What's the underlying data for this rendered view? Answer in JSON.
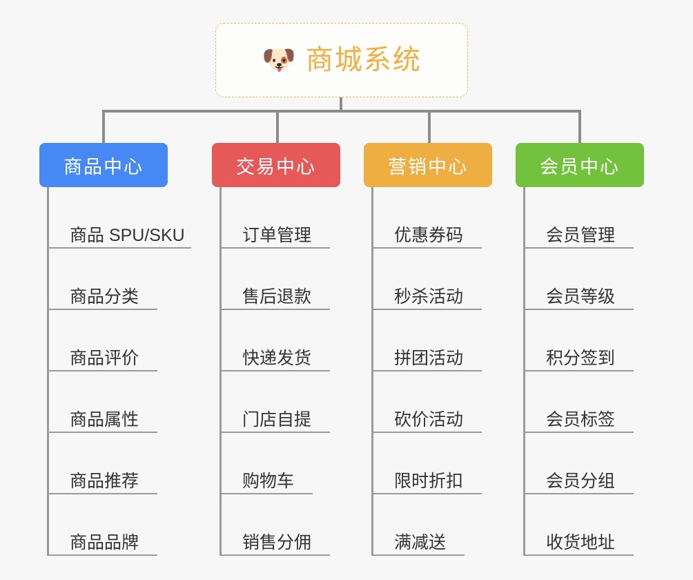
{
  "canvas": {
    "background": "#f7f7f7",
    "line_color": "#8c8c8c"
  },
  "root": {
    "icon": "shiba-dog-face-emoji",
    "emoji": "🐶",
    "title": "商城系统",
    "text_color": "#f0b040",
    "border_color": "#e8b860"
  },
  "columns": [
    {
      "label": "商品中心",
      "color": "#4689f5",
      "items": [
        {
          "label": "商品 SPU/SKU",
          "underline_width": 206
        },
        {
          "label": "商品分类",
          "underline_width": 157
        },
        {
          "label": "商品评价",
          "underline_width": 157
        },
        {
          "label": "商品属性",
          "underline_width": 157
        },
        {
          "label": "商品推荐",
          "underline_width": 157
        },
        {
          "label": "商品品牌",
          "underline_width": 157
        }
      ]
    },
    {
      "label": "交易中心",
      "color": "#e55a59",
      "items": [
        {
          "label": "订单管理",
          "underline_width": 157
        },
        {
          "label": "售后退款",
          "underline_width": 157
        },
        {
          "label": "快递发货",
          "underline_width": 157
        },
        {
          "label": "门店自提",
          "underline_width": 157
        },
        {
          "label": "购物车",
          "underline_width": 132
        },
        {
          "label": "销售分佣",
          "underline_width": 157
        }
      ]
    },
    {
      "label": "营销中心",
      "color": "#eeae41",
      "items": [
        {
          "label": "优惠券码",
          "underline_width": 157
        },
        {
          "label": "秒杀活动",
          "underline_width": 157
        },
        {
          "label": "拼团活动",
          "underline_width": 157
        },
        {
          "label": "砍价活动",
          "underline_width": 157
        },
        {
          "label": "限时折扣",
          "underline_width": 157
        },
        {
          "label": "满减送",
          "underline_width": 132
        }
      ]
    },
    {
      "label": "会员中心",
      "color": "#72c23e",
      "items": [
        {
          "label": "会员管理",
          "underline_width": 157
        },
        {
          "label": "会员等级",
          "underline_width": 157
        },
        {
          "label": "积分签到",
          "underline_width": 157
        },
        {
          "label": "会员标签",
          "underline_width": 157
        },
        {
          "label": "会员分组",
          "underline_width": 157
        },
        {
          "label": "收货地址",
          "underline_width": 157
        }
      ]
    }
  ],
  "layout": {
    "column_left_positions": [
      57,
      307,
      527,
      747
    ],
    "drop_positions": [
      148,
      400,
      620,
      838
    ]
  }
}
